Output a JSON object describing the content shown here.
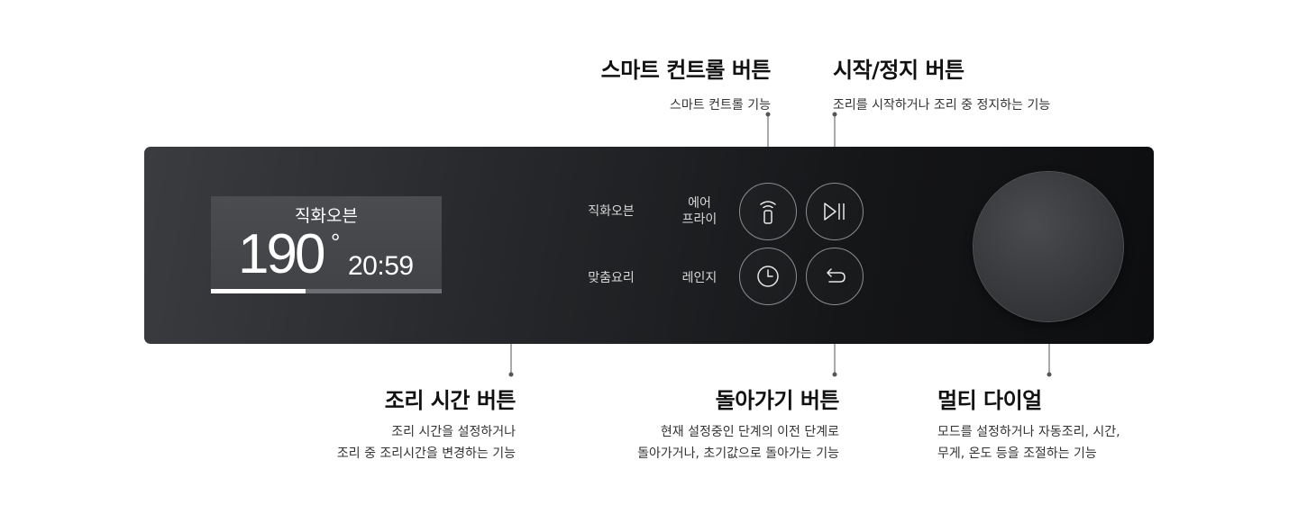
{
  "callouts": {
    "smart": {
      "title": "스마트 컨트롤 버튼",
      "desc": [
        "스마트 컨트롤 기능"
      ]
    },
    "start": {
      "title": "시작/정지 버튼",
      "desc": [
        "조리를 시작하거나 조리 중 정지하는 기능"
      ]
    },
    "time": {
      "title": "조리 시간 버튼",
      "desc": [
        "조리 시간을 설정하거나",
        "조리 중 조리시간을 변경하는 기능"
      ]
    },
    "back": {
      "title": "돌아가기 버튼",
      "desc": [
        "현재 설정중인 단계의 이전 단계로",
        "돌아가거나, 초기값으로 돌아가는 기능"
      ]
    },
    "dial": {
      "title": "멀티 다이얼",
      "desc": [
        "모드를 설정하거나 자동조리, 시간,",
        "무게, 온도 등을 조절하는 기능"
      ]
    }
  },
  "display": {
    "mode": "직화오븐",
    "temperature": "190",
    "degree_symbol": "°",
    "time": "20:59",
    "progress": 0.41
  },
  "mode_labels": {
    "oven": [
      "직화오븐"
    ],
    "air_fry": [
      "에어",
      "프라이"
    ],
    "custom": [
      "맞춤요리"
    ],
    "microwave": [
      "레인지"
    ]
  },
  "icons": {
    "smart": "smart-control-icon",
    "start": "play-pause-icon",
    "time": "clock-icon",
    "back": "return-arrow-icon",
    "dial": "multi-dial"
  },
  "colors": {
    "panel": "#1a1b1e",
    "display": "#45474b",
    "leader": "#555555",
    "text": "#111111"
  }
}
